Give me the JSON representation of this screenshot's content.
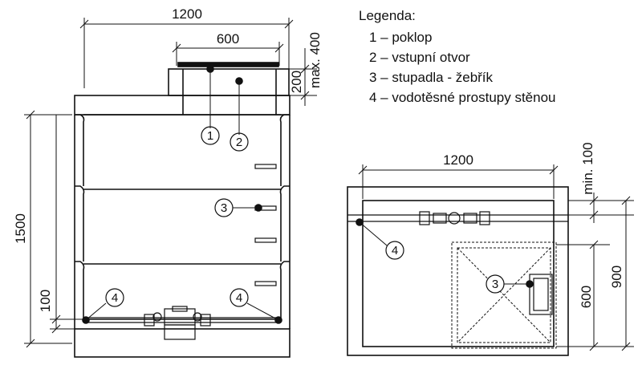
{
  "legend": {
    "title": "Legenda:",
    "items": [
      "1 – poklop",
      "2 – vstupní otvor",
      "3 – stupadla - žebřík",
      "4 – vodotěsné prostupy stěnou"
    ]
  },
  "section_view": {
    "dim_width_outer": "1200",
    "dim_width_opening": "600",
    "dim_neck": "200",
    "dim_max": "max. 400",
    "dim_height": "1500",
    "dim_bottom": "100",
    "callouts": [
      "1",
      "2",
      "3",
      "4",
      "4"
    ]
  },
  "plan_view": {
    "dim_width": "1200",
    "dim_min": "min. 100",
    "dim_900": "900",
    "dim_600": "600",
    "callouts": [
      "4",
      "3"
    ]
  },
  "colors": {
    "line": "#111111",
    "fill": "#ffffff"
  }
}
